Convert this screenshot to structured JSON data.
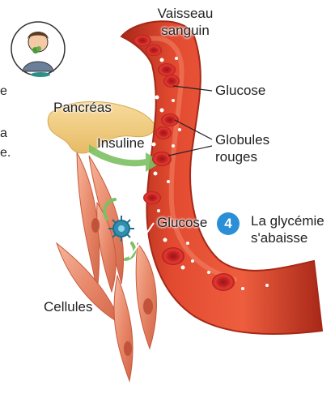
{
  "labels": {
    "vessel": [
      "Vaisseau",
      "sanguin"
    ],
    "glucose_top": "Glucose",
    "pancreas": "Pancréas",
    "insulin": "Insuline",
    "red_cells": [
      "Globules",
      "rouges"
    ],
    "glucose_mid": "Glucose",
    "cells": "Cellules",
    "step_number": "4",
    "step_text": [
      "La glycémie",
      "s'abaisse"
    ],
    "cropped_left": [
      "e",
      "a",
      "e."
    ]
  },
  "colors": {
    "vessel_wall": "#c63a26",
    "vessel_inner": "#e24a30",
    "red_cell": "#d42a28",
    "red_cell_dark": "#a81c1c",
    "glucose_dot": "#ffffff",
    "pancreas": "#f2cf84",
    "muscle_cell": "#e8886a",
    "arrow_green": "#7cc063",
    "insulin_receptor": "#2f8fae",
    "badge": "#2a8fd6"
  },
  "icons": {
    "avatar": "person-eating-broccoli-icon",
    "insulin_arrow": "green-arrow-icon",
    "receptor": "insulin-receptor-icon"
  }
}
